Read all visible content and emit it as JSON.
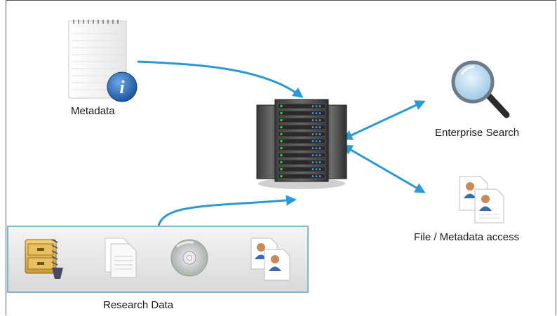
{
  "labels": {
    "metadata": "Metadata",
    "enterprise_search": "Enterprise Search",
    "file_metadata_access": "File / Metadata access",
    "research_data": "Research Data"
  },
  "icons": {
    "metadata": "notepad-info-icon",
    "server": "server-rack-icon",
    "search": "magnifier-icon",
    "access": "user-documents-icon",
    "archive": "archive-cabinet-icon",
    "documents": "documents-icon",
    "disc": "cd-disc-icon",
    "contacts": "user-documents-icon"
  },
  "colors": {
    "arrow": "#2a9ad6",
    "box_border": "#7fb7d6"
  }
}
